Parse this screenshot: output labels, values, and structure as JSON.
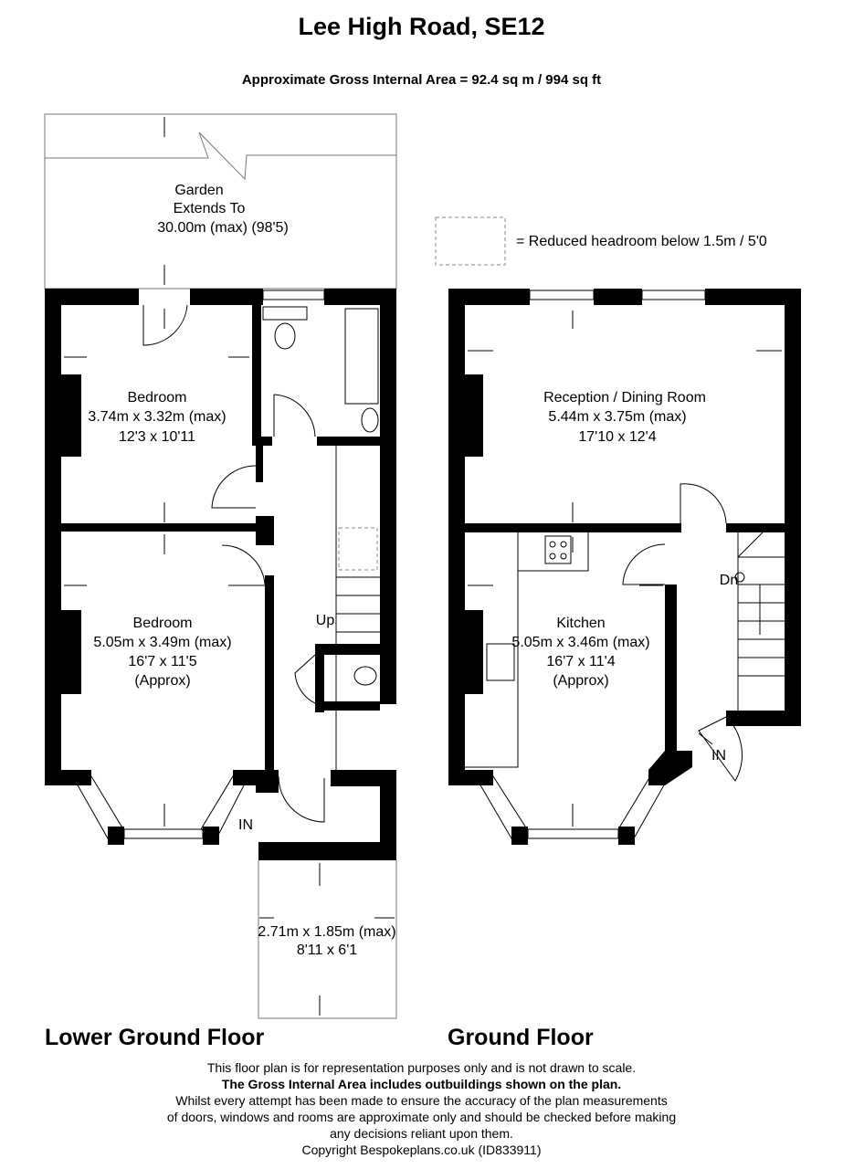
{
  "title": "Lee High Road, SE12",
  "gross_area": "Approximate Gross Internal Area = 92.4 sq m / 994 sq ft",
  "legend": {
    "label": "= Reduced headroom below 1.5m / 5'0"
  },
  "lower_ground": {
    "label": "Lower Ground Floor",
    "garden": {
      "name": "Garden",
      "line2": "Extends To",
      "size": "30.00m (max) (98'5)"
    },
    "bedroom1": {
      "name": "Bedroom",
      "metric": "3.74m x 3.32m (max)",
      "imperial": "12'3 x 10'11"
    },
    "bedroom2": {
      "name": "Bedroom",
      "metric": "5.05m x 3.49m (max)",
      "imperial": "16'7 x 11'5",
      "note": "(Approx)"
    },
    "front": {
      "metric": "2.71m x 1.85m (max)",
      "imperial": "8'11 x 6'1"
    },
    "up": "Up",
    "in": "IN"
  },
  "ground": {
    "label": "Ground Floor",
    "reception": {
      "name": "Reception / Dining Room",
      "metric": "5.44m x 3.75m (max)",
      "imperial": "17'10 x 12'4"
    },
    "kitchen": {
      "name": "Kitchen",
      "metric": "5.05m x 3.46m (max)",
      "imperial": "16'7 x 11'4",
      "note": "(Approx)"
    },
    "dn": "Dn",
    "in": "IN"
  },
  "footer": {
    "line1": "This floor plan is for representation purposes only and is not drawn to scale.",
    "line2": "The Gross Internal Area includes outbuildings shown on the plan.",
    "line3": "Whilst every attempt has been made to ensure the accuracy of the plan measurements",
    "line4": "of doors, windows and rooms are approximate only and should be checked before making",
    "line5": "any decisions reliant upon them.",
    "line6": "Copyright Bespokeplans.co.uk (ID833911)"
  }
}
